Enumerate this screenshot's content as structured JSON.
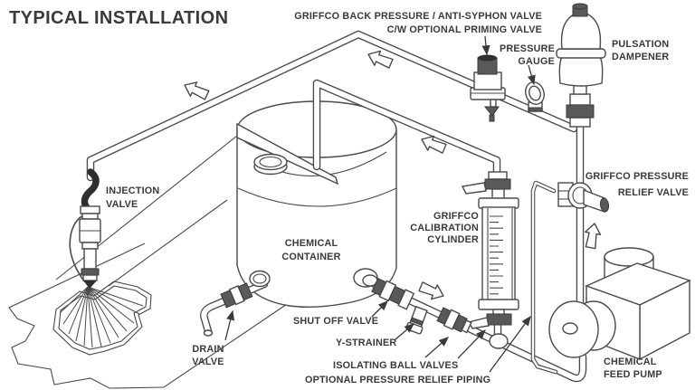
{
  "title": "TYPICAL INSTALLATION",
  "colors": {
    "line": "#4a4a4a",
    "text": "#3a3a3a",
    "dark_fill": "#595959",
    "background": "#ffffff"
  },
  "components": {
    "back_pressure_valve": {
      "label": [
        "GRIFFCO BACK PRESSURE / ANTI-SYPHON VALVE",
        "C/W OPTIONAL PRIMING VALVE"
      ]
    },
    "pressure_gauge": {
      "label": [
        "PRESSURE",
        "GAUGE"
      ]
    },
    "pulsation_dampener": {
      "label": [
        "PULSATION",
        "DAMPENER"
      ]
    },
    "injection_valve": {
      "label": [
        "INJECTION",
        "VALVE"
      ]
    },
    "chemical_container": {
      "label": [
        "CHEMICAL",
        "CONTAINER"
      ]
    },
    "calibration_cylinder": {
      "label": [
        "GRIFFCO",
        "CALIBRATION",
        "CYLINDER"
      ]
    },
    "pressure_relief_valve": {
      "label": [
        "GRIFFCO PRESSURE",
        "RELIEF VALVE"
      ]
    },
    "shut_off_valve": {
      "label": [
        "SHUT OFF VALVE"
      ]
    },
    "y_strainer": {
      "label": [
        "Y-STRAINER"
      ]
    },
    "isolating_ball_valves": {
      "label": [
        "ISOLATING BALL VALVES"
      ]
    },
    "optional_pressure_relief_piping": {
      "label": [
        "OPTIONAL PRESSURE RELIEF PIPING"
      ]
    },
    "drain_valve": {
      "label": [
        "DRAIN",
        "VALVE"
      ]
    },
    "chemical_feed_pump": {
      "label": [
        "CHEMICAL",
        "FEED PUMP"
      ]
    }
  }
}
